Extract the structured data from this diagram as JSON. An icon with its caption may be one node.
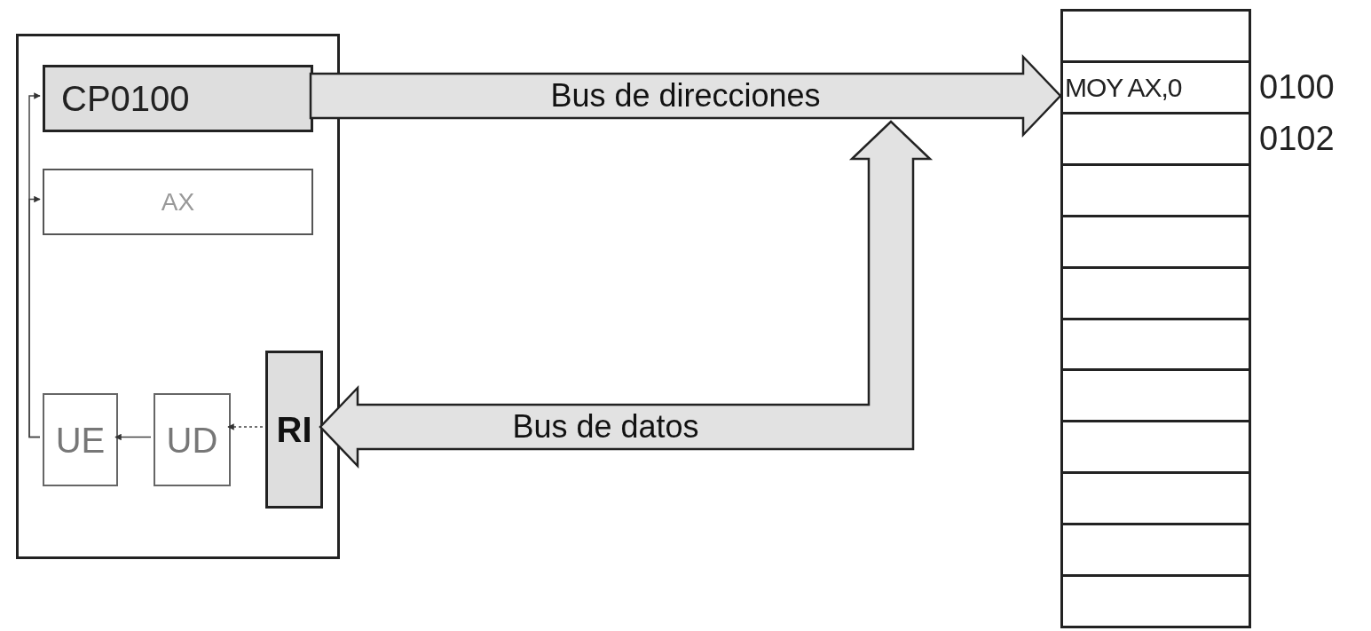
{
  "diagram": {
    "nodes": [
      {
        "text": [],
        "shape": "box"
      },
      {
        "text": [
          "CP0100"
        ],
        "in": 0
      },
      {
        "text": [
          "AX"
        ],
        "in": 0
      },
      {
        "text": [
          "UE"
        ],
        "in": 0
      },
      {
        "text": [
          "UD"
        ],
        "in": 0
      },
      {
        "text": [
          "RI"
        ],
        "in": 0
      },
      {
        "text": [],
        "shape": "box"
      },
      {
        "text": [],
        "shape": "box",
        "in": 6
      },
      {
        "text": [
          "MOY AX,0"
        ],
        "in": 6,
        "beside": [
          "0100"
        ]
      },
      {
        "text": [],
        "shape": "box",
        "in": 6,
        "beside": [
          "0102"
        ]
      },
      {
        "text": [],
        "shape": "box",
        "in": 6
      },
      {
        "text": [],
        "shape": "box",
        "in": 6
      },
      {
        "text": [],
        "shape": "box",
        "in": 6
      },
      {
        "text": [],
        "shape": "box",
        "in": 6
      },
      {
        "text": [],
        "shape": "box",
        "in": 6
      },
      {
        "text": [],
        "shape": "box",
        "in": 6
      },
      {
        "text": [],
        "shape": "box",
        "in": 6
      },
      {
        "text": [],
        "shape": "box",
        "in": 6
      },
      {
        "text": [],
        "shape": "box",
        "in": 6
      }
    ],
    "edges": [
      {
        "from": 4,
        "to": 3,
        "arrow": "to"
      },
      {
        "from": 5,
        "to": 4,
        "arrow": "to",
        "style": "dashed"
      },
      {
        "from": 3,
        "to": 1,
        "arrow": "to"
      },
      {
        "from": 3,
        "to": 2,
        "arrow": "to"
      },
      {
        "from": 1,
        "to": 6,
        "arrow": "to",
        "label": "Bus de direcciones",
        "style": "thick"
      },
      {
        "from": null,
        "to": 5,
        "arrow": "both",
        "label": "Bus de datos",
        "style": "thick"
      }
    ]
  }
}
